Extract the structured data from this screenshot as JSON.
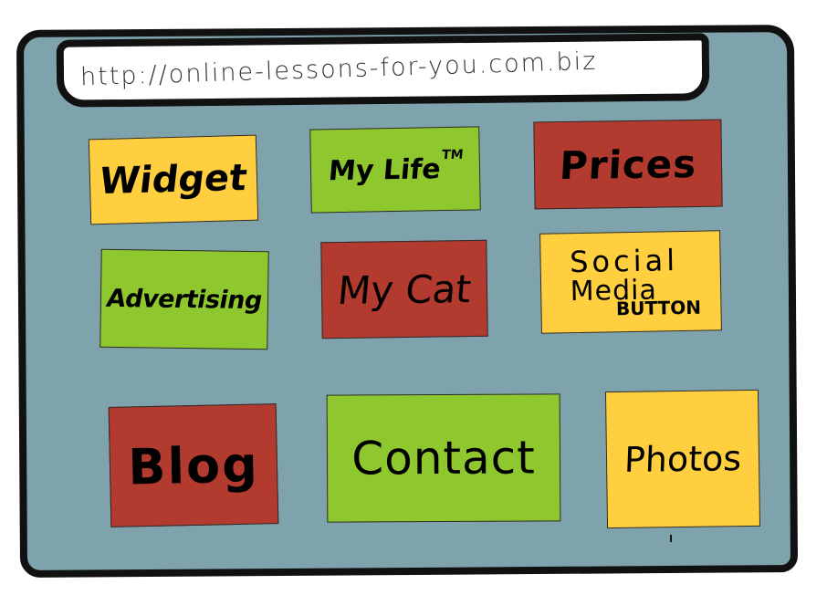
{
  "browser": {
    "url": "http://online-lessons-for-you.com.biz"
  },
  "tiles": {
    "widget": {
      "label": "Widget",
      "color": "#ffcf3f"
    },
    "my_life": {
      "label": "My Life",
      "trademark": "TM",
      "color": "#8ec82e"
    },
    "prices": {
      "label": "Prices",
      "color": "#b33a2e"
    },
    "advertising": {
      "label": "Advertising",
      "color": "#8ec82e"
    },
    "my_cat": {
      "label": "My Cat",
      "color": "#b33a2e"
    },
    "social_media": {
      "line1": "Social",
      "line2": "Media",
      "line3": "BUTTON",
      "color": "#ffcf3f"
    },
    "blog": {
      "label": "Blog",
      "color": "#b33a2e"
    },
    "contact": {
      "label": "Contact",
      "color": "#8ec82e"
    },
    "photos": {
      "label": "Photos",
      "color": "#ffcf3f"
    }
  },
  "colors": {
    "frame_background": "#7fa3ad",
    "outline": "#111111"
  }
}
